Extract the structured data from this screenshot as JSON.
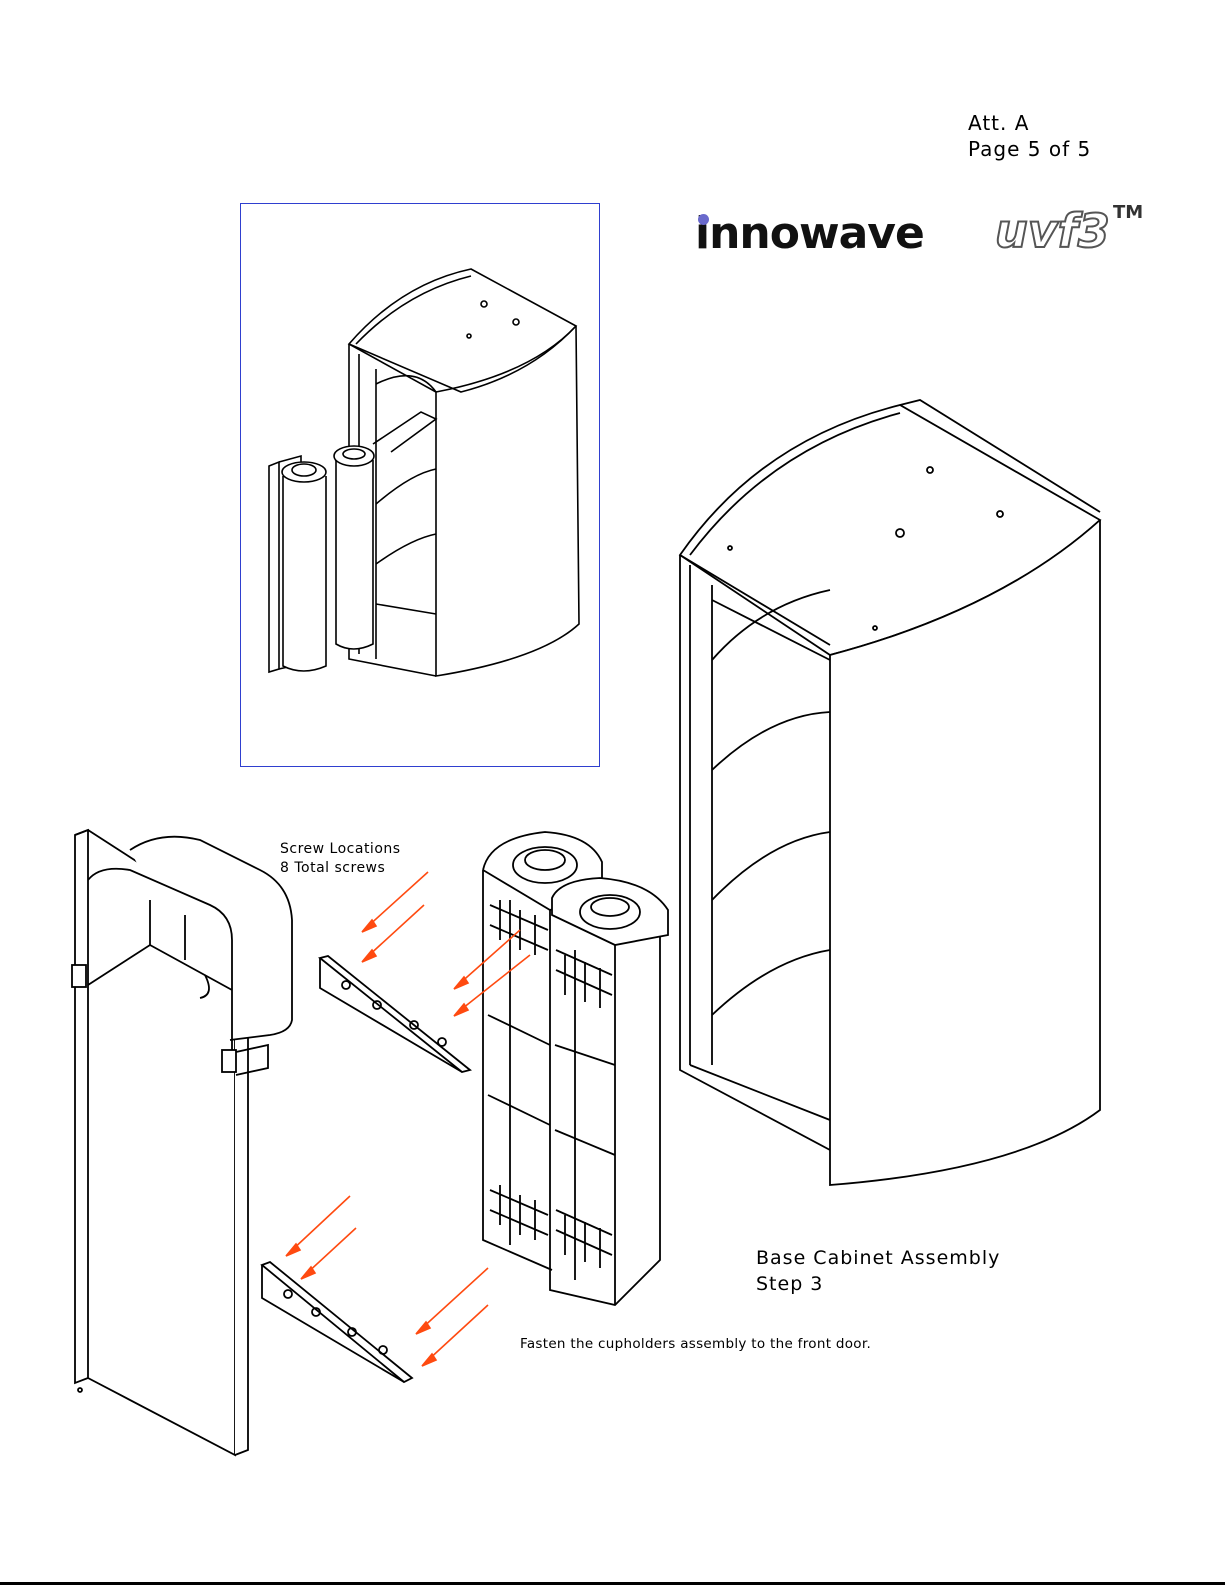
{
  "header": {
    "attachment": "Att. A",
    "page": "Page 5 of 5"
  },
  "logo": {
    "brand": "innowave",
    "product": "uvf3",
    "trademark": "TM"
  },
  "labels": {
    "screw_locations": "Screw Locations\n8 Total screws",
    "title": "Base Cabinet Assembly\nStep 3",
    "instruction": "Fasten the cupholders assembly to the front door."
  },
  "colors": {
    "inset_border": "#2f3fcf",
    "arrow": "#ff4a10",
    "line": "#000000"
  }
}
